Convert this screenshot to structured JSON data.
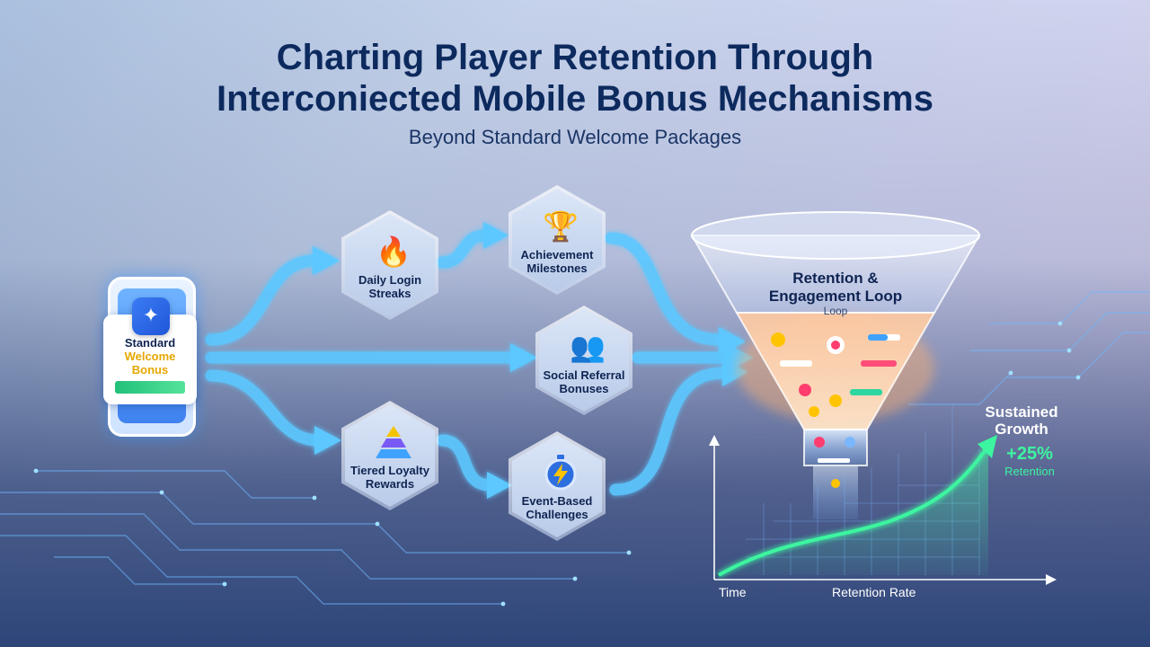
{
  "title": {
    "line1": "Charting Player Retention Through",
    "line2": "Interconiected Mobile Bonus Mechanisms",
    "subtitle": "Beyond Standard Welcome Packages"
  },
  "start_node": {
    "label_line1": "Standard",
    "label_line2": "Welcome",
    "label_line3": "Bonus",
    "icon": "people-book-icon"
  },
  "nodes": [
    {
      "id": "daily-login-streaks",
      "label_line1": "Daily Login",
      "label_line2": "Streaks",
      "icon": "calendar-flame-icon"
    },
    {
      "id": "achievement-milestones",
      "label_line1": "Achievement",
      "label_line2": "Milestones",
      "icon": "trophy-icon"
    },
    {
      "id": "social-referral-bonuses",
      "label_line1": "Social Referral",
      "label_line2": "Bonuses",
      "icon": "people-link-icon"
    },
    {
      "id": "tiered-loyalty-rewards",
      "label_line1": "Tiered Loyalty",
      "label_line2": "Rewards",
      "icon": "pyramid-icon"
    },
    {
      "id": "event-based-challenges",
      "label_line1": "Event-Based",
      "label_line2": "Challenges",
      "icon": "stopwatch-lightning-icon"
    }
  ],
  "funnel": {
    "title_line1": "Retention &",
    "title_line2": "Engagement Loop",
    "subtitle": "Loop"
  },
  "growth": {
    "label_line1": "Sustained",
    "label_line2": "Growth",
    "percent": "+25%",
    "unit": "Retention",
    "x_axis_label": "Time",
    "y_axis_label": "Retention Rate"
  },
  "colors": {
    "title": "#0d2a5e",
    "arrow": "#5cc8ff",
    "growth_line": "#3df5a0",
    "phone_bar": "#21c07a",
    "funnel_glow": "#ffb070"
  }
}
